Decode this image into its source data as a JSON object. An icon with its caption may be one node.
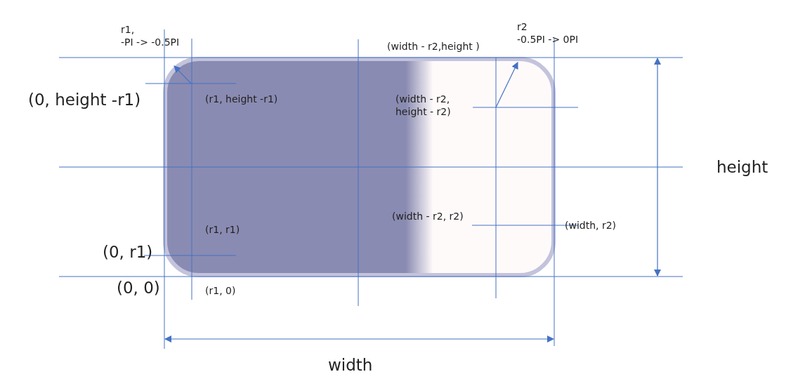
{
  "diagram": {
    "labels": [
      "r1, -PI -> -0.5PI",
      "r2 -0.5PI -> 0PI",
      "(width - r2,height )",
      "(0, height -r1)",
      "(r1, height -r1)",
      "(width - r2, height - r2)",
      "height",
      "(width - r2, r2)",
      "(r1, r1)",
      "(width, r2)",
      "(0, r1)",
      "(0, 0)",
      "(r1, 0)",
      "width"
    ]
  }
}
